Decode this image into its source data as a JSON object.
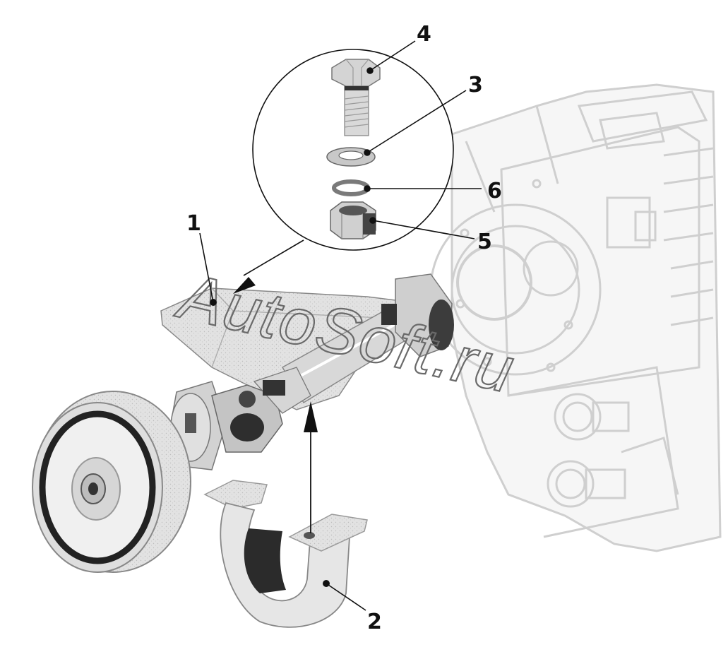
{
  "callouts": [
    {
      "id": "1",
      "label": "1"
    },
    {
      "id": "2",
      "label": "2"
    },
    {
      "id": "3",
      "label": "3"
    },
    {
      "id": "4",
      "label": "4"
    },
    {
      "id": "5",
      "label": "5"
    },
    {
      "id": "6",
      "label": "6"
    }
  ],
  "watermark": "AutoSoft.ru",
  "colors": {
    "line": "#111111",
    "part_light": "#dcdcdc",
    "part_mid": "#a8a8a8",
    "part_dark": "#3a3a3a",
    "gearbox_outline": "#cfcfcf"
  }
}
